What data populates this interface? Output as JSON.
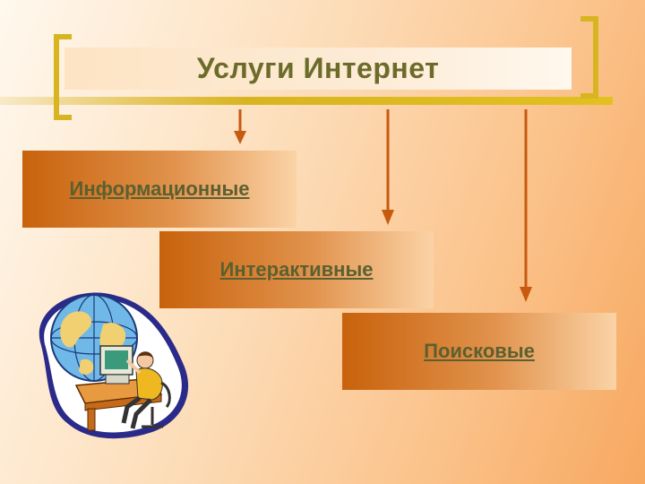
{
  "slide": {
    "title": "Услуги Интернет",
    "services": [
      {
        "label": "Информационные"
      },
      {
        "label": "Интерактивные"
      },
      {
        "label": "Поисковые"
      }
    ]
  },
  "colors": {
    "title_text": "#6b6b2a",
    "box_label": "#5a6030",
    "box_gradient_start": "#c8620c",
    "box_gradient_end": "#fbd3a6",
    "arrow": "#c85a10",
    "gold_line": "#d8b520",
    "bracket": "#d8b520"
  },
  "icons": {
    "clipart": "globe-computer-user-clipart-icon"
  }
}
